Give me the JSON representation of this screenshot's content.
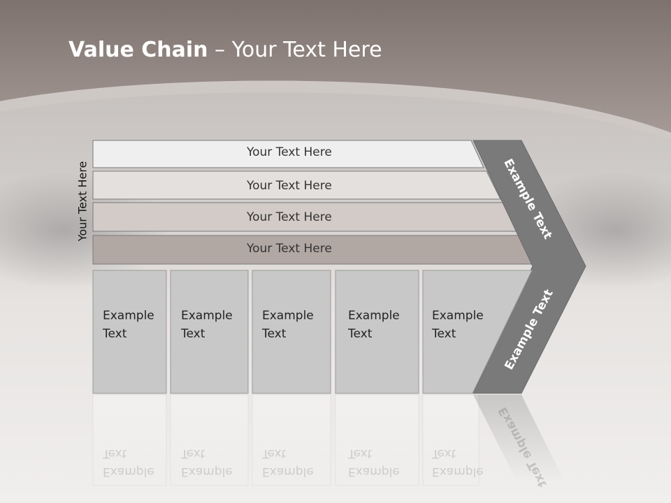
{
  "title": {
    "bold": "Value Chain",
    "rest": " – Your Text Here"
  },
  "side_label": "Your Text Here",
  "rows": [
    {
      "label": "Your Text Here"
    },
    {
      "label": "Your Text Here"
    },
    {
      "label": "Your Text Here"
    },
    {
      "label": "Your Text Here"
    }
  ],
  "cells": [
    {
      "line1": "Example",
      "line2": "Text"
    },
    {
      "line1": "Example",
      "line2": "Text"
    },
    {
      "line1": "Example",
      "line2": "Text"
    },
    {
      "line1": "Example",
      "line2": "Text"
    },
    {
      "line1": "Example",
      "line2": "Text"
    }
  ],
  "chevron": {
    "upper": "Example Text",
    "lower": "Example Text"
  },
  "colors": {
    "header": "#8f8580",
    "row1": "#efefef",
    "row2": "#e3e0de",
    "row3": "#d2cbc8",
    "row4": "#b1a7a3",
    "cell": "#c8c8c8",
    "chevron": "#7a7a7a"
  }
}
